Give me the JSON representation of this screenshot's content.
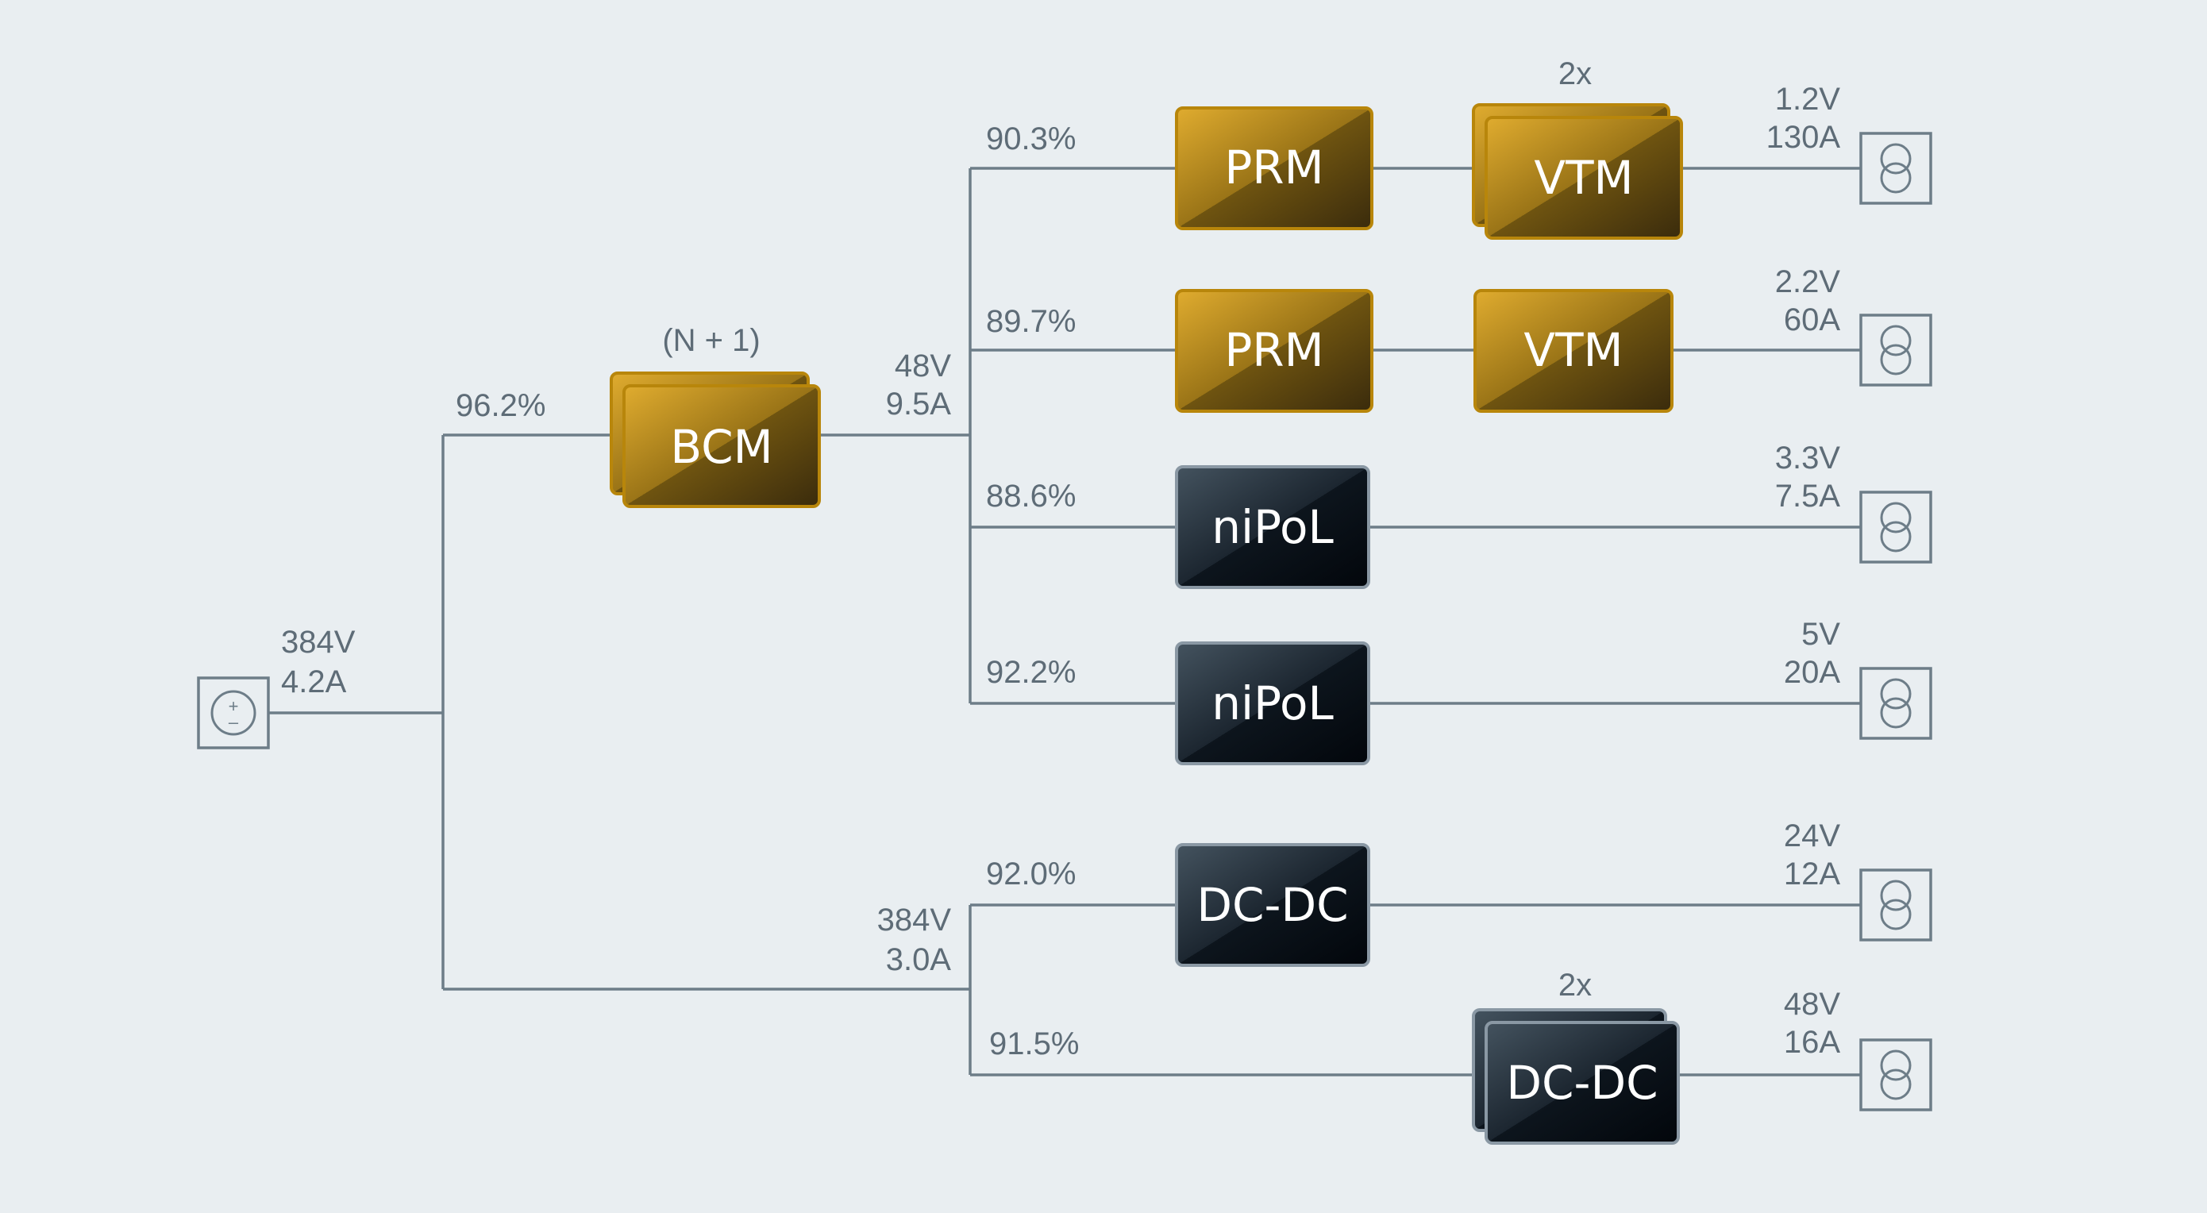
{
  "source": {
    "voltage": "384V",
    "current": "4.2A",
    "symbol": "+\n–"
  },
  "bcm": {
    "label": "BCM",
    "redundancy": "(N + 1)",
    "input_efficiency": "96.2%",
    "out_voltage": "48V",
    "out_current": "9.5A"
  },
  "dcdc_bus": {
    "voltage": "384V",
    "current": "3.0A"
  },
  "rails": [
    {
      "efficiency": "90.3%",
      "modules": [
        "PRM",
        "VTM"
      ],
      "multiplier": "2x",
      "voltage": "1.2V",
      "current": "130A"
    },
    {
      "efficiency": "89.7%",
      "modules": [
        "PRM",
        "VTM"
      ],
      "multiplier": "",
      "voltage": "2.2V",
      "current": "60A"
    },
    {
      "efficiency": "88.6%",
      "modules": [
        "niPoL"
      ],
      "multiplier": "",
      "voltage": "3.3V",
      "current": "7.5A"
    },
    {
      "efficiency": "92.2%",
      "modules": [
        "niPoL"
      ],
      "multiplier": "",
      "voltage": "5V",
      "current": "20A"
    },
    {
      "efficiency": "92.0%",
      "modules": [
        "DC-DC"
      ],
      "multiplier": "",
      "voltage": "24V",
      "current": "12A"
    },
    {
      "efficiency": "91.5%",
      "modules": [
        "DC-DC"
      ],
      "multiplier": "2x",
      "voltage": "48V",
      "current": "16A"
    }
  ],
  "colors": {
    "gold_light": "#d9a62c",
    "gold_dark": "#3f3010",
    "gold_border": "#b8860b",
    "dark_light": "#3c4a56",
    "dark_dark": "#050a10",
    "dark_border": "#8a98a4",
    "wire": "#6d7d88",
    "text": "#5e6c77",
    "background": "#e9eef1"
  }
}
